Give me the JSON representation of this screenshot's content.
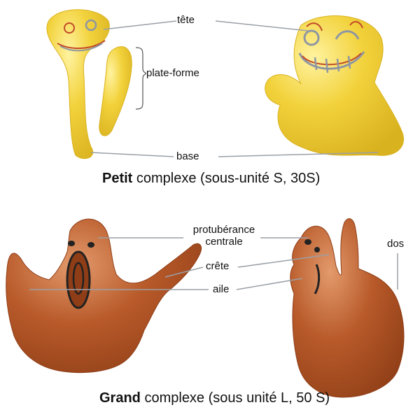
{
  "labels": {
    "tete": "tête",
    "plate_forme": "plate-forme",
    "base": "base",
    "protuberance_line1": "protubérance",
    "protuberance_line2": "centrale",
    "crete": "crête",
    "aile": "aile",
    "dos": "dos"
  },
  "small_subunit": {
    "title_bold": "Petit",
    "title_rest": " complexe (sous-unité S, 30S)"
  },
  "large_subunit": {
    "title_bold": "Grand",
    "title_rest": " complexe (sous unité L, 50 S)"
  },
  "colors": {
    "small_fill": "#f2d23c",
    "small_shade": "#d9b21f",
    "small_highlight": "#fff3a0",
    "large_fill": "#b85a2a",
    "large_shade": "#8e3d16",
    "large_highlight": "#e39a6c",
    "leader_line": "#9aa0a6",
    "face_mark": "#c24b2a",
    "face_gray": "#8e96a3"
  }
}
